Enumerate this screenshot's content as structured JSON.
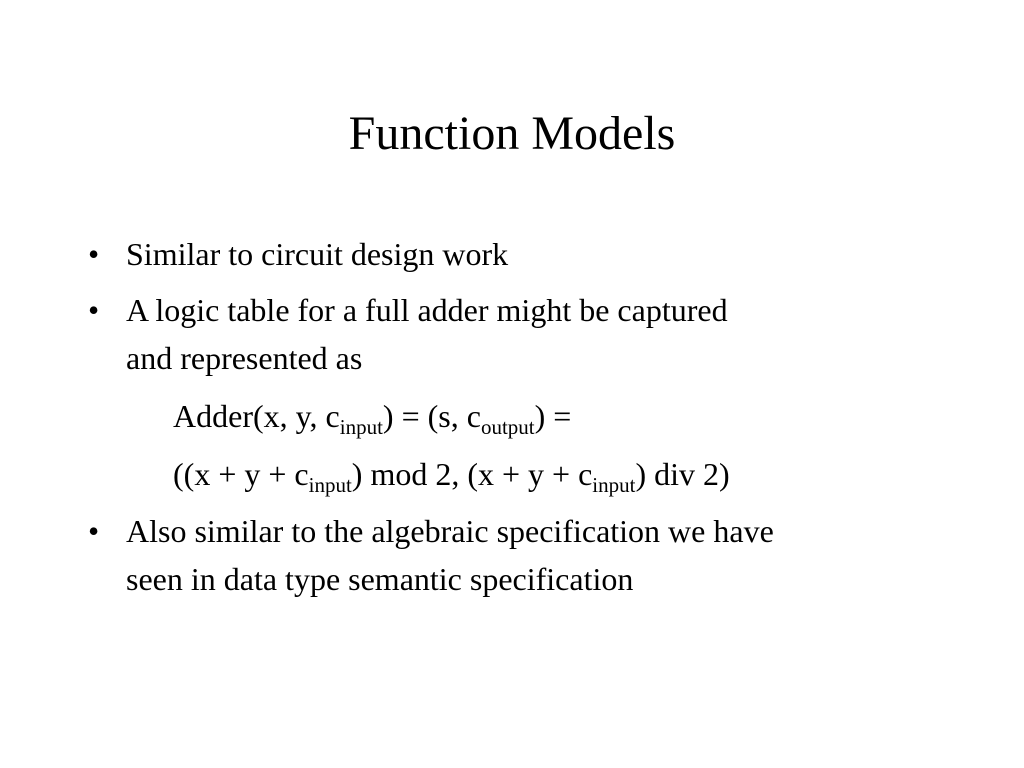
{
  "slide": {
    "title": "Function Models",
    "bullet_char": "•",
    "bullet1": "Similar to circuit design work",
    "bullet2_line1": "A logic table for a full adder might be captured",
    "bullet2_line2": "and represented as",
    "eq1": {
      "p1": "Adder(x, y, c",
      "s1": "input",
      "p2": ") = (s, c",
      "s2": "output",
      "p3": ") ="
    },
    "eq2": {
      "p1": "((x + y + c",
      "s1": "input",
      "p2": ") mod 2, (x + y + c",
      "s2": "input",
      "p3": ") div 2)"
    },
    "bullet3_line1": "Also similar to the algebraic specification we have",
    "bullet3_line2": "seen in data type semantic specification"
  }
}
